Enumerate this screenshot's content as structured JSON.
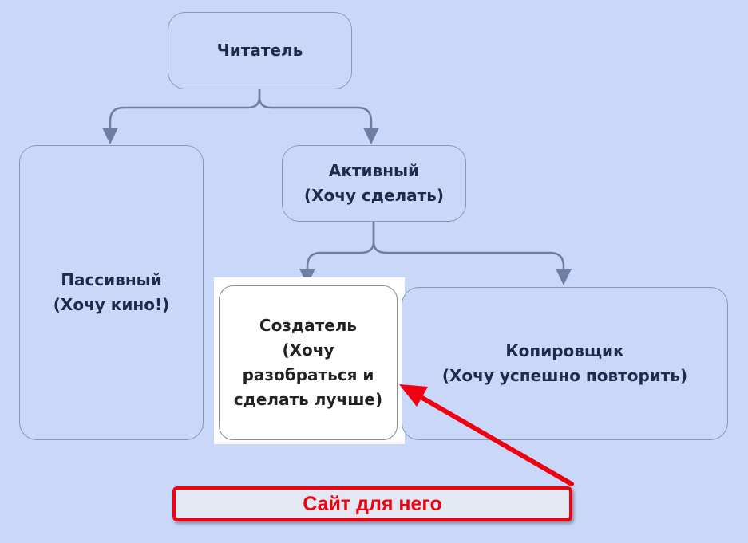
{
  "nodes": {
    "reader": "Читатель",
    "passive": [
      "Пассивный",
      "(Хочу кино!)"
    ],
    "active": [
      "Активный",
      "(Хочу сделать)"
    ],
    "creator": [
      "Создатель",
      "(Хочу",
      "разобраться и",
      "сделать лучше)"
    ],
    "copier": [
      "Копировщик",
      "(Хочу успешно повторить)"
    ]
  },
  "callout": "Сайт для него",
  "colors": {
    "background": "#c9d8f8",
    "connector": "#6e7ea3",
    "highlight": "#f00010"
  }
}
